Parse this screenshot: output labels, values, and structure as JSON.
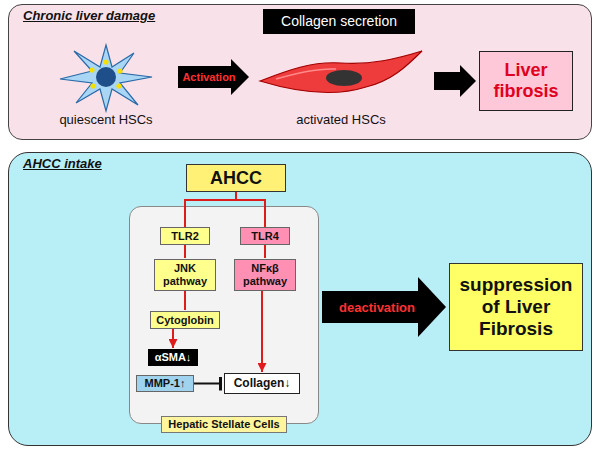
{
  "diagram": {
    "nodes": [
      {
        "text": [
          "Chronic liver damage"
        ]
      },
      {
        "text": [
          "Collagen secretion"
        ],
        "in": 0
      },
      {
        "text": [
          "quiescent HSCs"
        ],
        "in": 0
      },
      {
        "text": [
          "activated HSCs"
        ],
        "in": 0
      },
      {
        "text": [
          "Liver fibrosis"
        ],
        "in": 0
      },
      {
        "text": [
          "AHCC intake"
        ]
      },
      {
        "text": [
          "AHCC"
        ],
        "in": 5
      },
      {
        "text": [
          "Hepatic Stellate Cells"
        ],
        "in": 5
      },
      {
        "text": [
          "TLR2"
        ],
        "in": 7
      },
      {
        "text": [
          "TLR4"
        ],
        "in": 7
      },
      {
        "text": [
          "JNK pathway"
        ],
        "in": 7
      },
      {
        "text": [
          "NFκβ pathway"
        ],
        "in": 7
      },
      {
        "text": [
          "Cytoglobin"
        ],
        "in": 7
      },
      {
        "text": [
          "αSMA↓"
        ],
        "in": 7
      },
      {
        "text": [
          "MMP-1↑"
        ],
        "in": 7
      },
      {
        "text": [
          "Collagen↓"
        ],
        "in": 7
      },
      {
        "text": [
          "suppression of Liver Fibrosis"
        ],
        "in": 5
      }
    ],
    "edges": [
      {
        "from": 2,
        "to": 3,
        "label": "Activation",
        "arrow": "to"
      },
      {
        "from": 3,
        "to": 4,
        "arrow": "to"
      },
      {
        "from": 6,
        "to": 8,
        "arrow": "none"
      },
      {
        "from": 6,
        "to": 9,
        "arrow": "none"
      },
      {
        "from": 8,
        "to": 10,
        "arrow": "none"
      },
      {
        "from": 9,
        "to": 11,
        "arrow": "none"
      },
      {
        "from": 10,
        "to": 12,
        "arrow": "none"
      },
      {
        "from": 12,
        "to": 13,
        "arrow": "to"
      },
      {
        "from": 11,
        "to": 15,
        "arrow": "to"
      },
      {
        "from": 14,
        "to": 15,
        "arrow": "to"
      },
      {
        "from": 7,
        "to": 16,
        "label": "deactivation",
        "arrow": "to"
      }
    ]
  }
}
